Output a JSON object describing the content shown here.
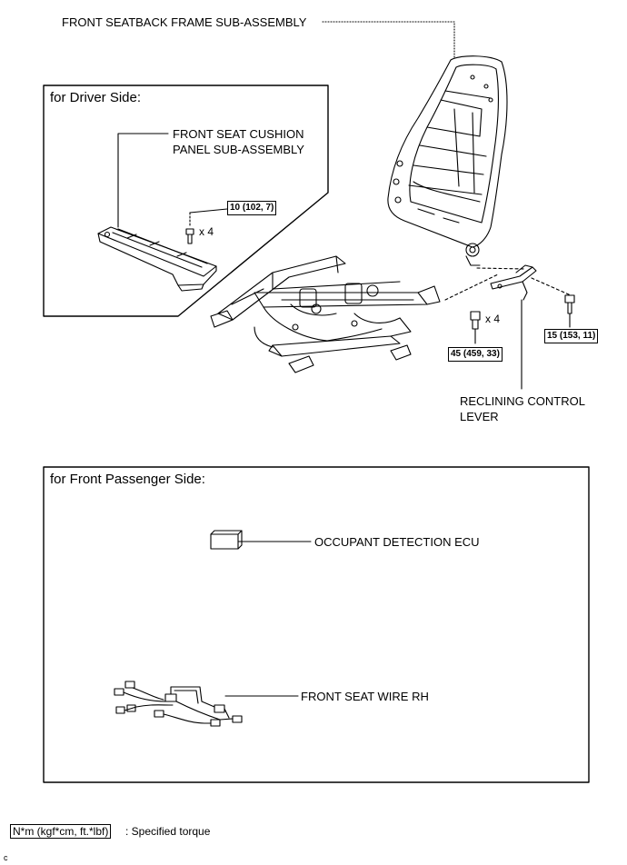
{
  "labels": {
    "seatback_frame": "FRONT SEATBACK FRAME SUB-ASSEMBLY",
    "cushion_panel_line1": "FRONT SEAT CUSHION",
    "cushion_panel_line2": "PANEL SUB-ASSEMBLY",
    "reclining_lever_line1": "RECLINING CONTROL",
    "reclining_lever_line2": "LEVER",
    "occupant_ecu": "OCCUPANT DETECTION ECU",
    "seat_wire": "FRONT SEAT WIRE RH"
  },
  "panels": {
    "driver_side": "for Driver Side:",
    "passenger_side": "for Front Passenger Side:"
  },
  "torques": {
    "cushion_panel_bolt": "10 (102, 7)",
    "recliner_bolt": "45 (459, 33)",
    "lever_screw": "15 (153, 11)"
  },
  "quantities": {
    "cushion_panel_bolt": "x 4",
    "recliner_bolt": "x 4"
  },
  "legend": {
    "unit_box": "N*m (kgf*cm, ft.*lbf)",
    "description": ": Specified torque"
  },
  "corner_mark": "c"
}
